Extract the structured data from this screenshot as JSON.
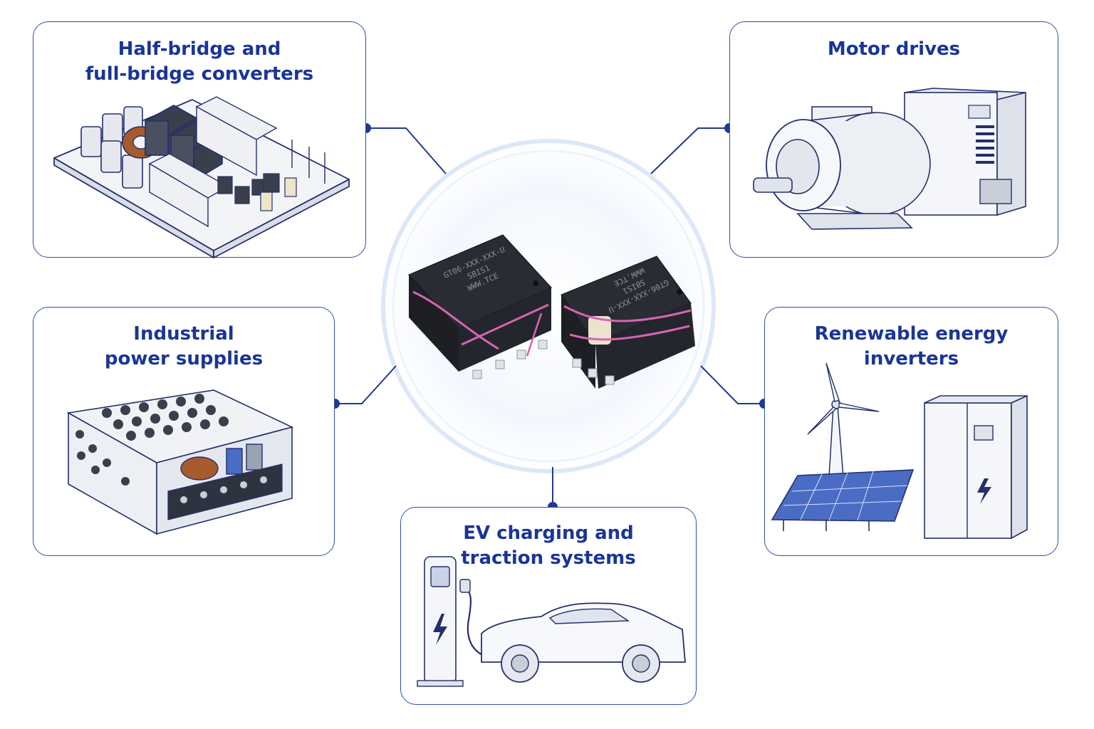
{
  "cards": [
    {
      "key": "half_bridge",
      "title": "Half-bridge and\nfull-bridge converters"
    },
    {
      "key": "motor",
      "title": "Motor drives"
    },
    {
      "key": "industrial",
      "title": "Industrial\npower supplies"
    },
    {
      "key": "renewable",
      "title": "Renewable energy\ninverters"
    },
    {
      "key": "ev",
      "title": "EV charging and\ntraction systems"
    }
  ],
  "component": {
    "left_marking": [
      "GT06-XXX-XXX-U",
      "SBIS1",
      "WWW.TCE"
    ],
    "right_marking": [
      "GT06-XXX-XXX-U",
      "SBIS1",
      "WWW.TCE"
    ]
  },
  "colors": {
    "accent": "#1a3596",
    "connector": "#1f3a8f",
    "card_border": "#2f4fa8",
    "glow": "#e8f0fb"
  }
}
